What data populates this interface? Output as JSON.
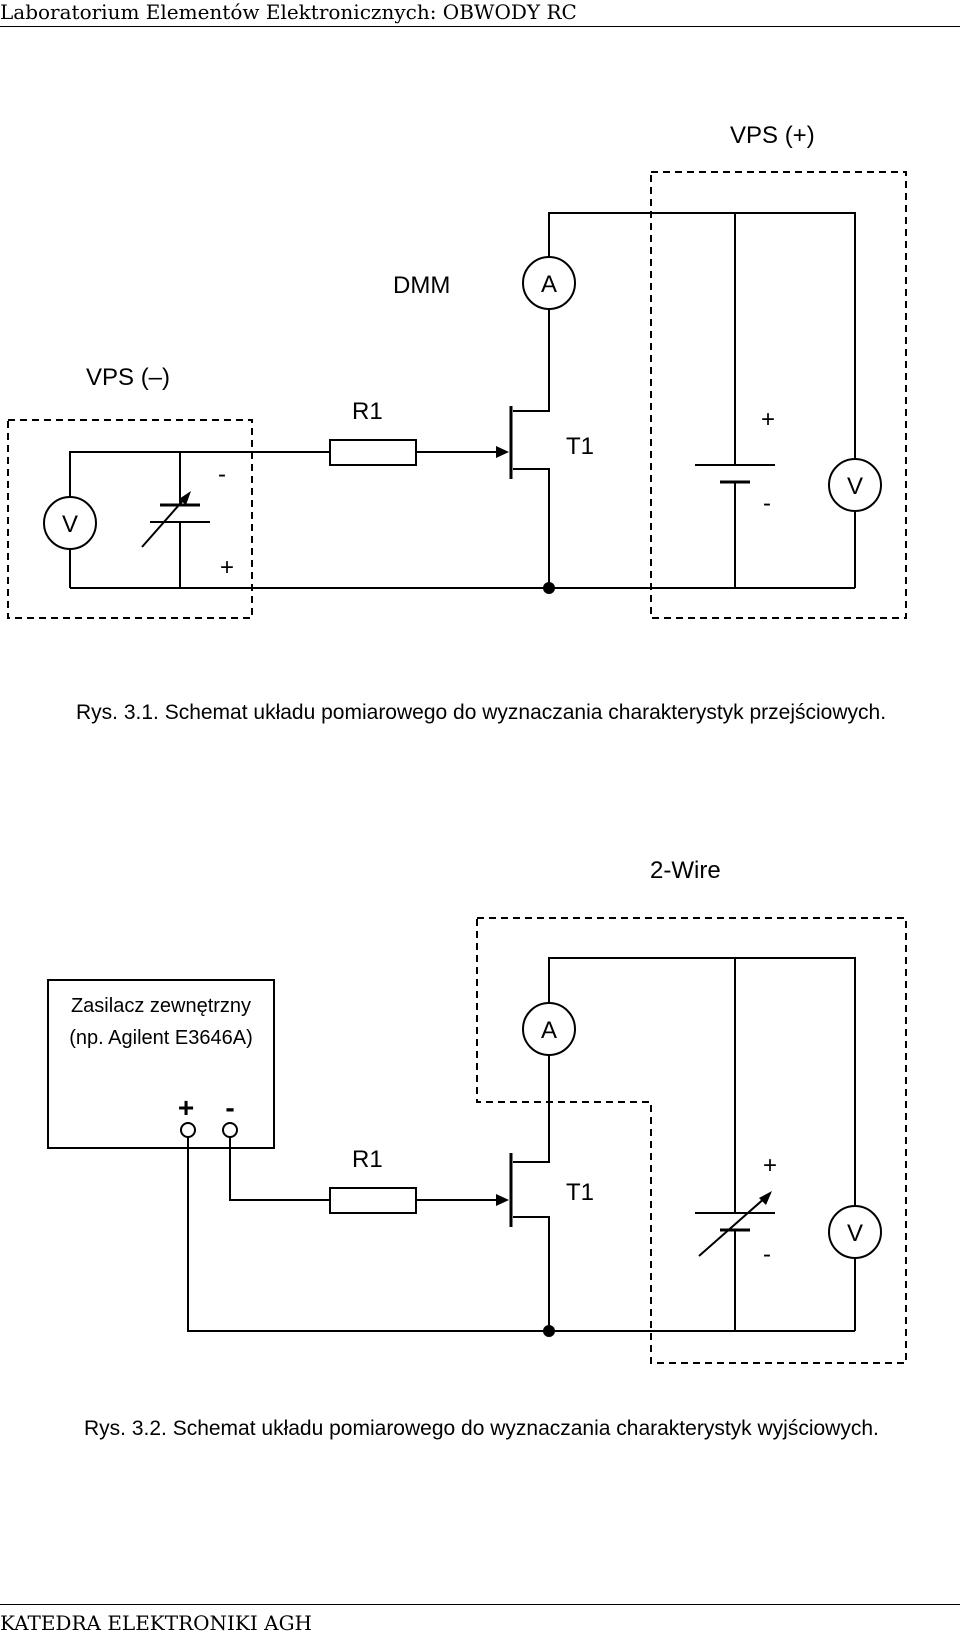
{
  "header": {
    "title": "Laboratorium Elementów Elektronicznych: OBWODY RC"
  },
  "figure1": {
    "label_vps_plus": "VPS (+)",
    "label_vps_minus": "VPS (–)",
    "label_dmm": "DMM",
    "ammeter_symbol": "A",
    "voltmeter_left_symbol": "V",
    "voltmeter_right_symbol": "V",
    "resistor_label": "R1",
    "transistor_label": "T1",
    "left_source_minus": "-",
    "left_source_plus": "+",
    "right_source_plus": "+",
    "right_source_minus": "-",
    "caption": "Rys. 3.1. Schemat układu pomiarowego do wyznaczania charakterystyk przejściowych."
  },
  "figure2": {
    "label_two_wire": "2-Wire",
    "supply_line1": "Zasilacz zewnętrzny",
    "supply_line2": "(np. Agilent E3646A)",
    "supply_plus": "+",
    "supply_minus": "-",
    "ammeter_symbol": "A",
    "voltmeter_symbol": "V",
    "resistor_label": "R1",
    "transistor_label": "T1",
    "source_plus": "+",
    "source_minus": "-",
    "caption": "Rys. 3.2. Schemat układu pomiarowego do wyznaczania charakterystyk wyjściowych."
  },
  "footer": {
    "text": "KATEDRA ELEKTRONIKI AGH"
  }
}
